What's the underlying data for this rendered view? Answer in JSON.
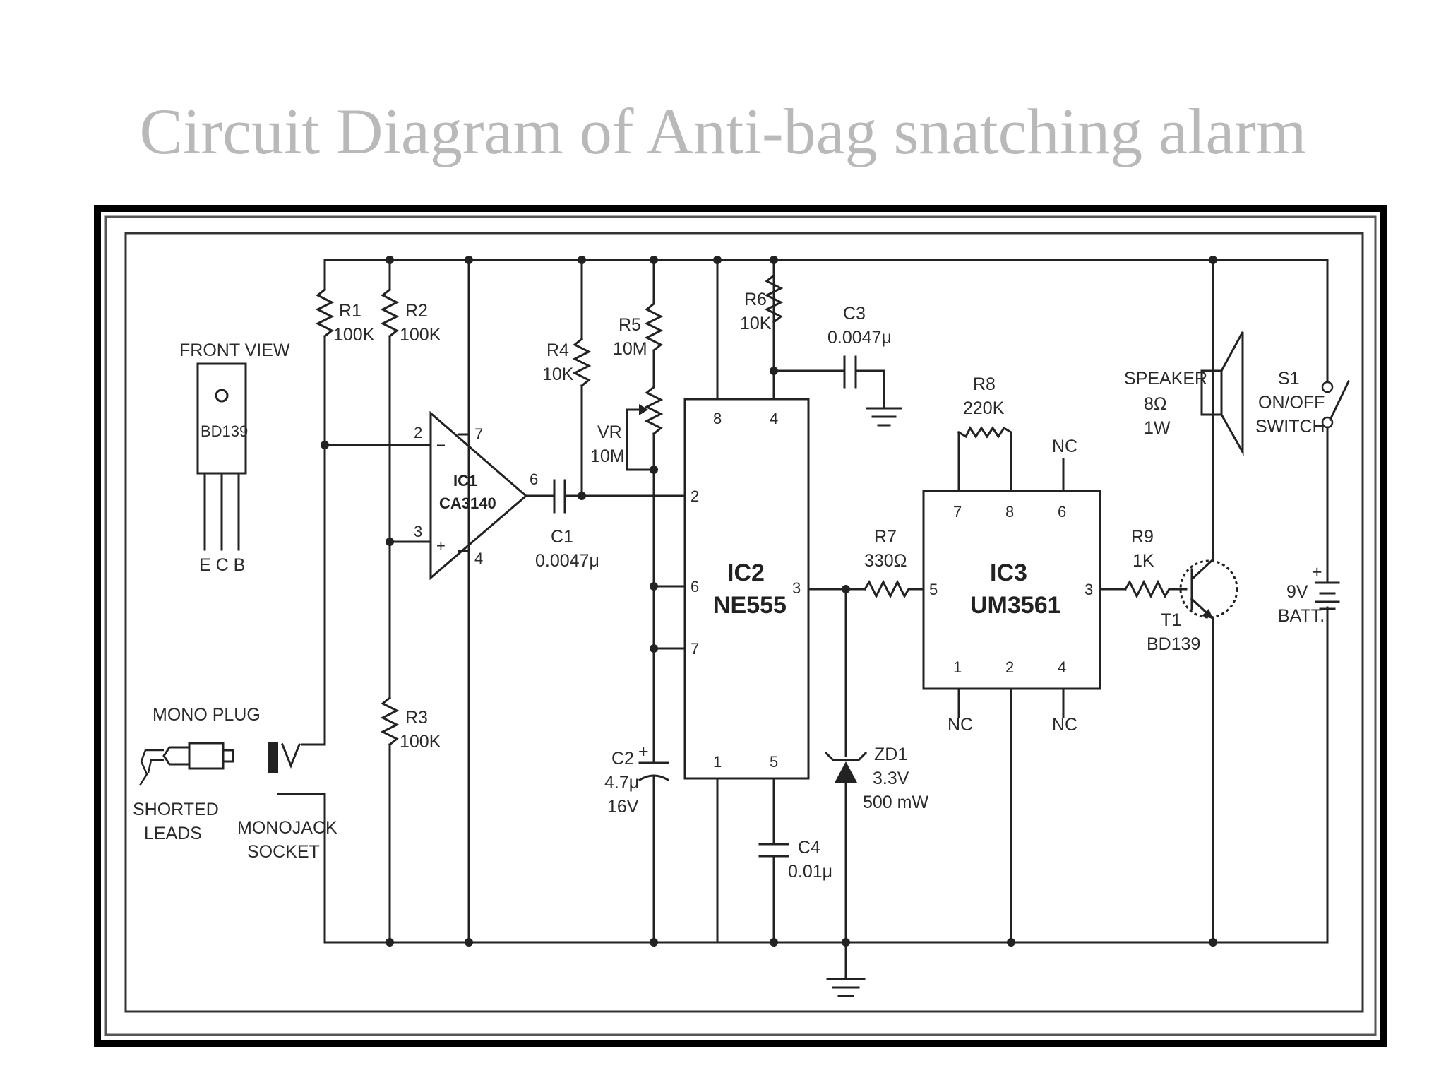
{
  "title": "Circuit Diagram of Anti-bag snatching alarm",
  "labels": {
    "front_view": "FRONT VIEW",
    "bd139_pkg": "BD139",
    "ecb": "E C B",
    "r1": "R1",
    "r1v": "100K",
    "r2": "R2",
    "r2v": "100K",
    "r3": "R3",
    "r3v": "100K",
    "r4": "R4",
    "r4v": "10K",
    "r5": "R5",
    "r5v": "10M",
    "r6": "R6",
    "r6v": "10K",
    "r7": "R7",
    "r7v": "330Ω",
    "r8": "R8",
    "r8v": "220K",
    "r9": "R9",
    "r9v": "1K",
    "vr": "VR",
    "vrv": "10M",
    "c1": "C1",
    "c1v": "0.0047μ",
    "c2": "C2",
    "c2v": "4.7μ",
    "c2v2": "16V",
    "c3": "C3",
    "c3v": "0.0047μ",
    "c4": "C4",
    "c4v": "0.01μ",
    "ic1": "IC1",
    "ic1v": "CA3140",
    "ic2": "IC2",
    "ic2v": "NE555",
    "ic3": "IC3",
    "ic3v": "UM3561",
    "zd1": "ZD1",
    "zd1v": "3.3V",
    "zd1v2": "500 mW",
    "speaker": "SPEAKER",
    "speaker_ohm": "8Ω",
    "speaker_w": "1W",
    "s1": "S1",
    "s1a": "ON/OFF",
    "s1b": "SWITCH",
    "batt": "9V",
    "batt2": "BATT.",
    "t1": "T1",
    "t1v": "BD139",
    "mono_plug": "MONO PLUG",
    "shorted": "SHORTED",
    "leads": "LEADS",
    "monojack": "MONOJACK",
    "socket": "SOCKET",
    "nc": "NC",
    "plus": "+",
    "minus": "−"
  },
  "pins": {
    "ic1_2": "2",
    "ic1_3": "3",
    "ic1_6": "6",
    "ic1_7": "7",
    "ic1_4": "4",
    "ic2_8": "8",
    "ic2_4": "4",
    "ic2_2": "2",
    "ic2_6": "6",
    "ic2_7": "7",
    "ic2_3": "3",
    "ic2_1": "1",
    "ic2_5": "5",
    "ic3_7": "7",
    "ic3_8": "8",
    "ic3_6": "6",
    "ic3_5": "5",
    "ic3_3": "3",
    "ic3_1": "1",
    "ic3_2": "2",
    "ic3_4": "4"
  }
}
